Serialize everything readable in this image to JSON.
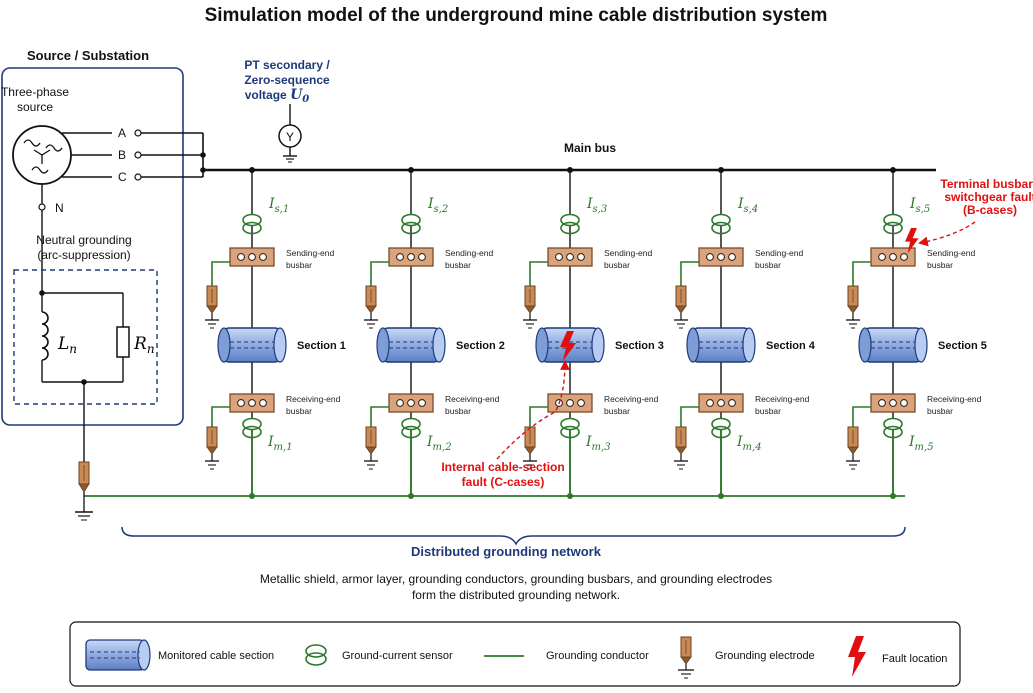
{
  "title": "Simulation model of the underground mine cable distribution system",
  "source": {
    "box_title": "Source / Substation",
    "three_phase_l1": "Three-phase",
    "three_phase_l2": "source",
    "phases": [
      "A",
      "B",
      "C"
    ],
    "neutral": "N",
    "neutral_l1": "Neutral grounding",
    "neutral_l2": "(arc-suppression)",
    "ln_sym": "L",
    "ln_sub": "n",
    "rn_sym": "R",
    "rn_sub": "n"
  },
  "pt": {
    "line1": "PT secondary /",
    "line2": "Zero-sequence",
    "line3": "voltage ",
    "u_sym": "U",
    "u_sub": "0",
    "meter": "Y"
  },
  "main_bus": "Main bus",
  "busbar_sending": [
    "Sending-end",
    "busbar"
  ],
  "busbar_receiving": [
    "Receiving-end",
    "busbar"
  ],
  "feeders": [
    {
      "section": "Section 1",
      "is_sub": "s,1",
      "im_sub": "m,1"
    },
    {
      "section": "Section 2",
      "is_sub": "s,2",
      "im_sub": "m,2"
    },
    {
      "section": "Section 3",
      "is_sub": "s,3",
      "im_sub": "m,3"
    },
    {
      "section": "Section 4",
      "is_sub": "s,4",
      "im_sub": "m,4"
    },
    {
      "section": "Section 5",
      "is_sub": "s,5",
      "im_sub": "m,5"
    }
  ],
  "current_sym": "I",
  "fault_b": [
    "Terminal busbar /",
    "switchgear fault",
    "(B-cases)"
  ],
  "fault_c": [
    "Internal cable-section",
    "fault (C-cases)"
  ],
  "network": {
    "title": "Distributed grounding network",
    "desc1": "Metallic shield, armor layer, grounding conductors, grounding busbars, and grounding electrodes",
    "desc2": "form the distributed grounding network."
  },
  "legend": [
    {
      "key": "cable",
      "label": "Monitored cable section"
    },
    {
      "key": "sensor",
      "label": "Ground-current sensor"
    },
    {
      "key": "conductor",
      "label": "Grounding conductor"
    },
    {
      "key": "electrode",
      "label": "Grounding electrode"
    },
    {
      "key": "fault",
      "label": "Fault location"
    }
  ],
  "colors": {
    "navy": "#1e3a7a",
    "green": "#2a7a2a",
    "red": "#e01010",
    "busbar": "#d9a37e",
    "cable": "#9fb8e8"
  }
}
